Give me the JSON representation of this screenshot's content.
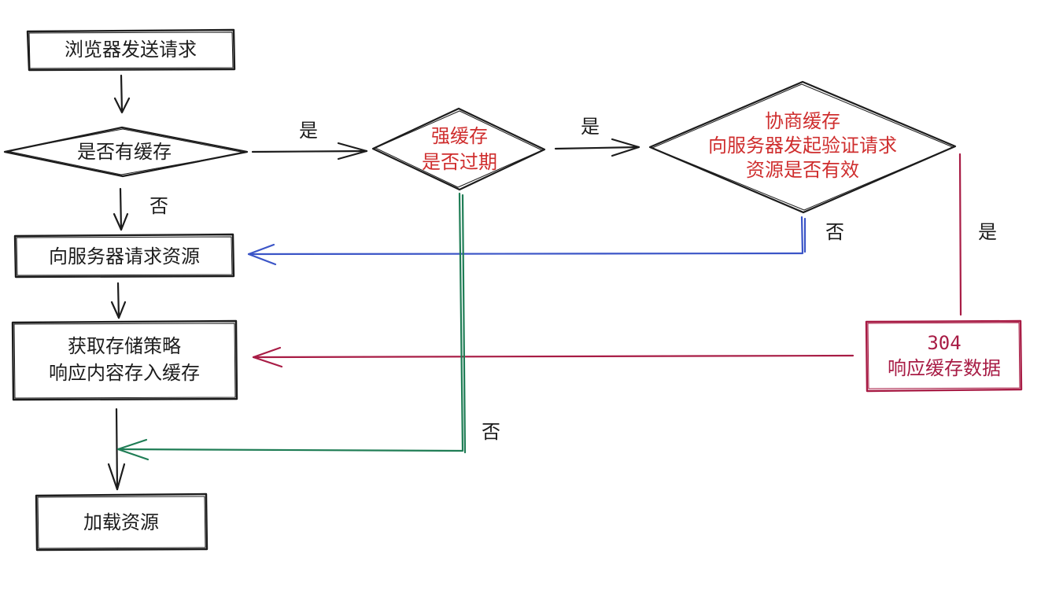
{
  "colors": {
    "ink": "#1c1c1c",
    "red": "#cf2e2e",
    "crimson": "#a81c45",
    "blue": "#3b55c7",
    "green": "#1f7d55"
  },
  "nodes": {
    "browser_request": {
      "text": "浏览器发送请求"
    },
    "has_cache": {
      "text": "是否有缓存"
    },
    "strong_cache": {
      "line1": "强缓存",
      "line2": "是否过期"
    },
    "negotiate_cache": {
      "line1": "协商缓存",
      "line2": "向服务器发起验证请求",
      "line3": "资源是否有效"
    },
    "request_server": {
      "text": "向服务器请求资源"
    },
    "store_policy": {
      "line1": "获取存储策略",
      "line2": "响应内容存入缓存"
    },
    "not_modified": {
      "line1": "304",
      "line2": "响应缓存数据"
    },
    "load_resource": {
      "text": "加载资源"
    }
  },
  "edge_labels": {
    "has_cache_yes": "是",
    "has_cache_no": "否",
    "strong_yes": "是",
    "strong_no": "否",
    "negotiate_no": "否",
    "negotiate_yes": "是"
  }
}
